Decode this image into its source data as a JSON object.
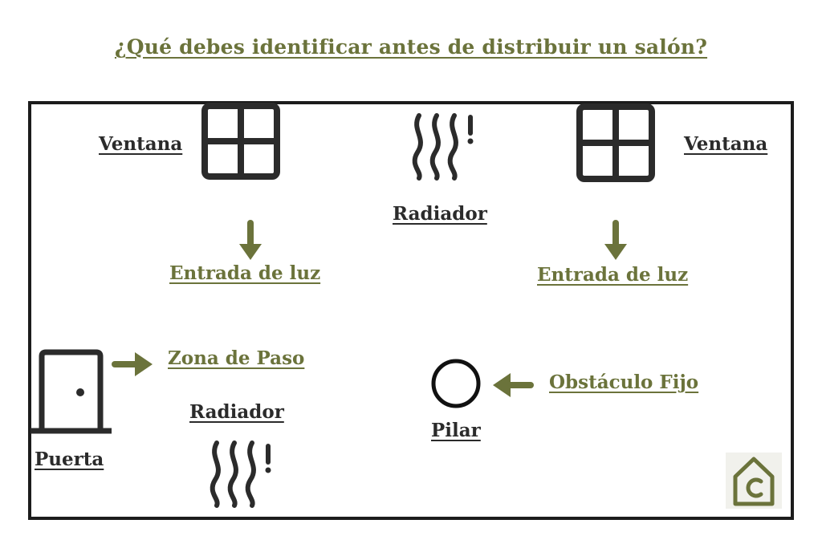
{
  "title": "¿Qué debes identificar antes de distribuir un salón?",
  "labels": {
    "window_left": "Ventana",
    "window_right": "Ventana",
    "radiator_top": "Radiador",
    "radiator_bottom": "Radiador",
    "light_left": "Entrada de luz",
    "light_right": "Entrada de luz",
    "passage": "Zona de Paso",
    "fixed_obstacle": "Obstáculo Fijo",
    "pillar": "Pilar",
    "door": "Puerta"
  },
  "colors": {
    "olive": "#6b733b",
    "dark": "#2b2b2b",
    "logo_bg": "#f1f1ec"
  },
  "icons": [
    "window-icon",
    "radiator-icon",
    "door-icon",
    "pillar-icon",
    "arrow-down-icon",
    "arrow-right-icon",
    "arrow-left-icon",
    "house-logo-icon"
  ]
}
